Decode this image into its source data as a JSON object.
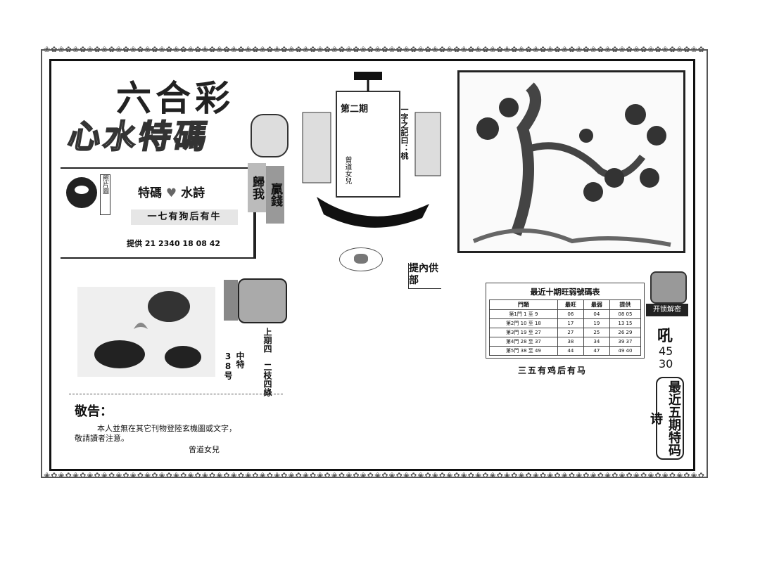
{
  "header": {
    "title": "六合彩",
    "subtitle": "心水特碼"
  },
  "poem_box": {
    "heading_a": "特碼",
    "heading_b": "水詩",
    "line": "一七有狗后有牛",
    "provide_label": "提供",
    "numbers": "21 2340 18 08 42",
    "side_text_a": "贏錢",
    "side_text_b": "歸我",
    "fish_caption": "照片圖"
  },
  "ship": {
    "issue": "第二期",
    "sail_text": "一字之記曰：桃",
    "signature": "曾道女兒"
  },
  "internal": {
    "text": "提內供部"
  },
  "lotus_area": {
    "last_issue": "上期四 二枝四綠",
    "hit": "中特38号"
  },
  "table": {
    "title": "最近十期旺弱號碼表",
    "headers": [
      "門類",
      "最旺",
      "最弱",
      "提供"
    ],
    "rows": [
      [
        "第1門 1 至 9",
        "06",
        "04",
        "08 05"
      ],
      [
        "第2門 10 至 18",
        "17",
        "19",
        "13 15"
      ],
      [
        "第3門 19 至 27",
        "27",
        "25",
        "26 29"
      ],
      [
        "第4門 28 至 37",
        "38",
        "34",
        "39 37"
      ],
      [
        "第5門 38 至 49",
        "44",
        "47",
        "49 40"
      ]
    ],
    "caption": "三五有鸡后有马"
  },
  "right_col": {
    "badge": "开锁解密",
    "char": "吼",
    "num_a": "45",
    "num_b": "30",
    "vertical": "最近五期特码诗"
  },
  "notice": {
    "heading": "敬告：",
    "line1": "本人並無在其它刊物登陸玄機圖或文字，",
    "line2": "敬請讀者注意。",
    "signature": "曾道女兒"
  }
}
